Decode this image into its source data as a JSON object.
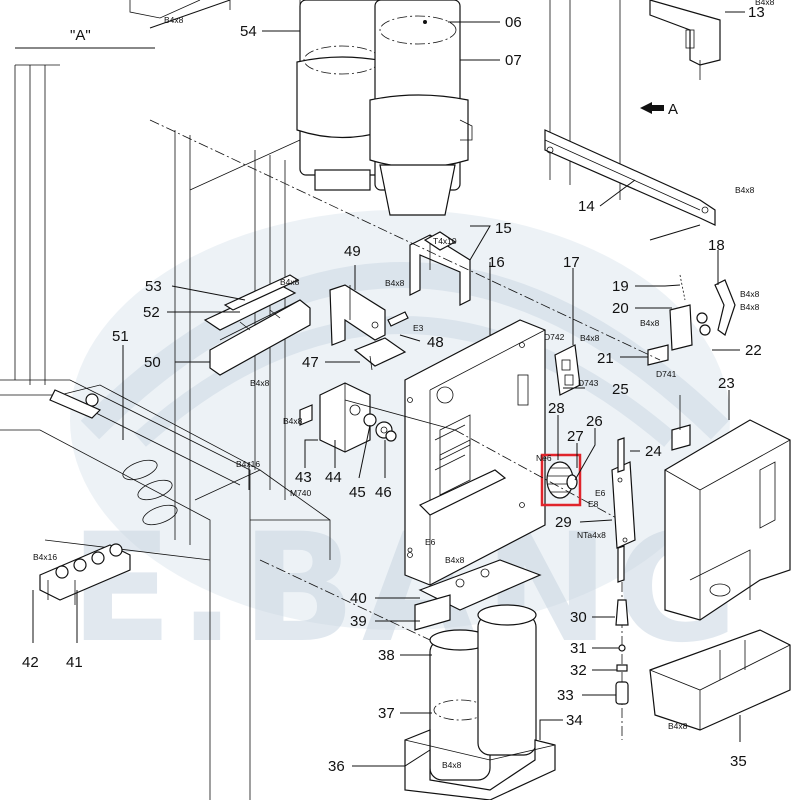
{
  "view": {
    "title": "\"A\"",
    "arrow_label": "A",
    "watermark": "E.BANG",
    "highlight_color": "#e0242b",
    "watermark_color": "#c9d6e2"
  },
  "callouts": [
    "06",
    "07",
    "13",
    "14",
    "15",
    "16",
    "17",
    "18",
    "19",
    "20",
    "21",
    "22",
    "23",
    "24",
    "25",
    "26",
    "27",
    "28",
    "29",
    "30",
    "31",
    "32",
    "33",
    "34",
    "35",
    "36",
    "37",
    "38",
    "39",
    "40",
    "41",
    "42",
    "43",
    "44",
    "45",
    "46",
    "47",
    "48",
    "49",
    "50",
    "51",
    "52",
    "53",
    "54"
  ],
  "screw_labels": {
    "b4x8": "B4x8",
    "b4x16": "B4x16",
    "t4x10": "T4x10",
    "e3": "E3",
    "e6": "E6",
    "e8": "E8",
    "nta4x8": "NTa4x8",
    "ne6": "Ne6",
    "d741": "D741",
    "d742": "D742",
    "d743": "D743",
    "m740": "M740"
  }
}
